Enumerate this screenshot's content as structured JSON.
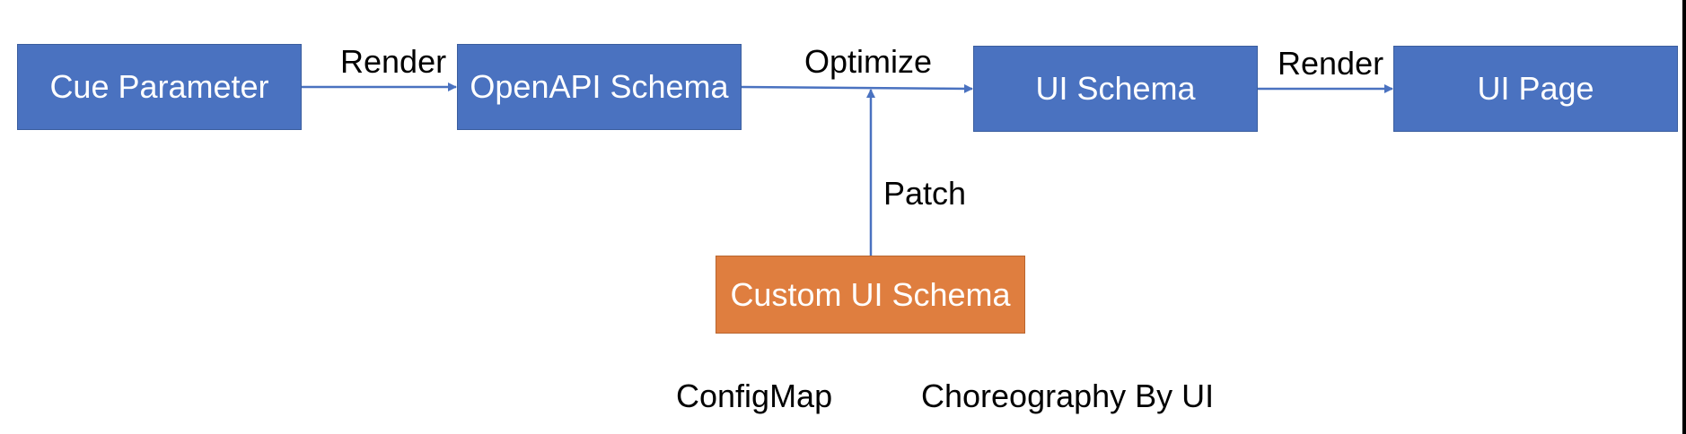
{
  "nodes": {
    "cue_parameter": "Cue Parameter",
    "openapi_schema": "OpenAPI Schema",
    "ui_schema": "UI Schema",
    "ui_page": "UI Page",
    "custom_ui_schema": "Custom UI Schema"
  },
  "edges": {
    "render_1": "Render",
    "optimize": "Optimize",
    "render_2": "Render",
    "patch": "Patch"
  },
  "footer": {
    "configmap": "ConfigMap",
    "choreography": "Choreography By UI"
  },
  "colors": {
    "primary_box": "#4a72c0",
    "custom_box": "#df7e3f",
    "arrow": "#4a72c0"
  }
}
